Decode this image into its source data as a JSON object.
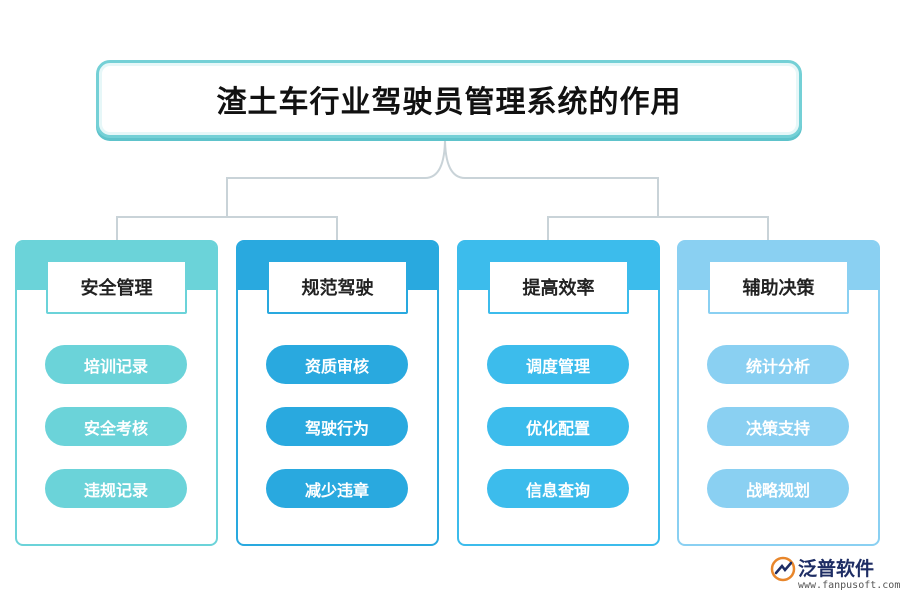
{
  "title": "渣土车行业驾驶员管理系统的作用",
  "columns": [
    {
      "title": "安全管理",
      "items": [
        "培训记录",
        "安全考核",
        "违规记录"
      ],
      "color": "#6bd3d9",
      "pill_color": "#6bd3d9",
      "pill_text_color": "#ffffff"
    },
    {
      "title": "规范驾驶",
      "items": [
        "资质审核",
        "驾驶行为",
        "减少违章"
      ],
      "color": "#29a9df",
      "pill_color": "#29a9df",
      "pill_text_color": "#ffffff"
    },
    {
      "title": "提高效率",
      "items": [
        "调度管理",
        "优化配置",
        "信息查询"
      ],
      "color": "#3cbcec",
      "pill_color": "#3cbcec",
      "pill_text_color": "#ffffff"
    },
    {
      "title": "辅助决策",
      "items": [
        "统计分析",
        "决策支持",
        "战略规划"
      ],
      "color": "#8ad0f2",
      "pill_color": "#8ad0f2",
      "pill_text_color": "#ffffff"
    }
  ],
  "brand": {
    "name": "泛普软件",
    "url": "www.fanpusoft.com",
    "icon": "fanpu-logo-icon"
  }
}
